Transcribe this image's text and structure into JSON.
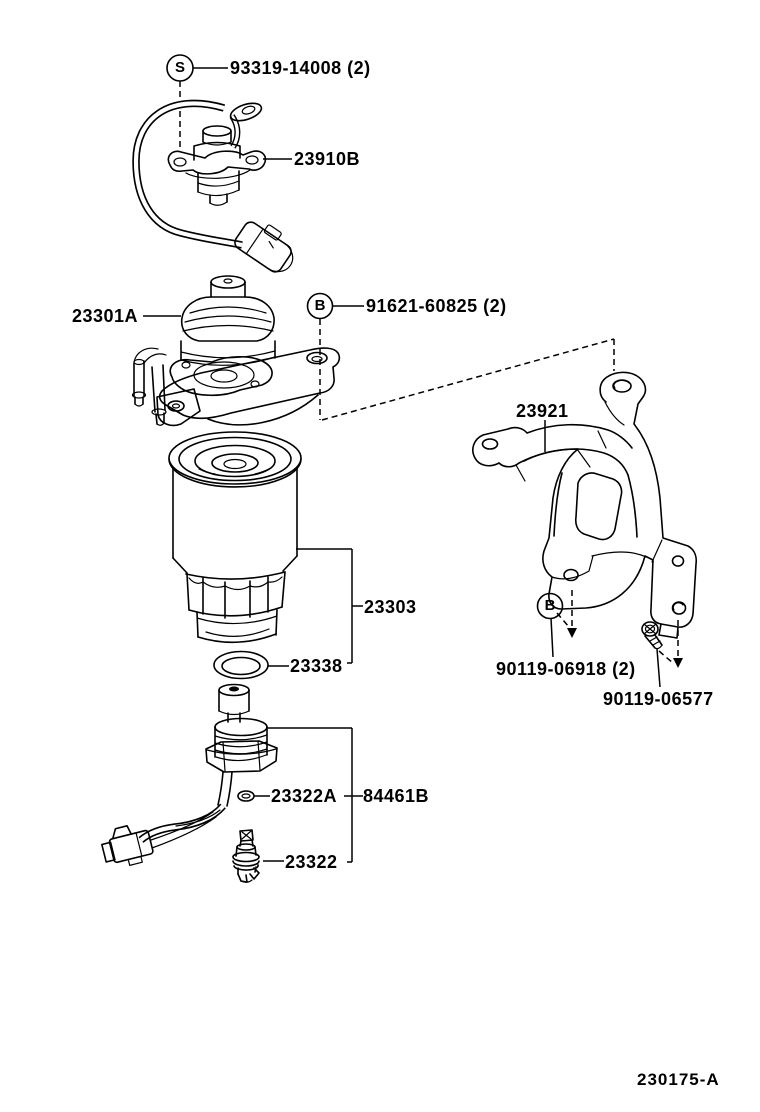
{
  "figure": {
    "code": "230175-A"
  },
  "callouts": [
    {
      "letter": "S"
    },
    {
      "letter": "B"
    },
    {
      "letter": "B"
    }
  ],
  "parts": [
    {
      "number": "93319-14008 (2)"
    },
    {
      "number": "23910B"
    },
    {
      "number": "23301A"
    },
    {
      "number": "91621-60825 (2)"
    },
    {
      "number": "23921"
    },
    {
      "number": "23303"
    },
    {
      "number": "23338"
    },
    {
      "number": "90119-06918 (2)"
    },
    {
      "number": "90119-06577"
    },
    {
      "number": "23322A"
    },
    {
      "number": "84461B"
    },
    {
      "number": "23322"
    }
  ]
}
